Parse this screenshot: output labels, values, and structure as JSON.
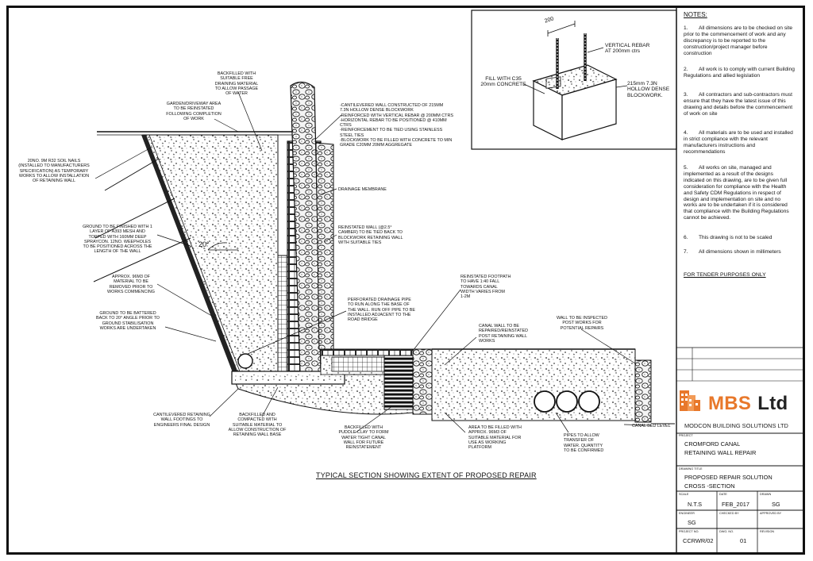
{
  "drawing": {
    "section_title": "TYPICAL SECTION SHOWING EXTENT OF PROPOSED REPAIR",
    "angle_label": "20°",
    "annotations": {
      "backfill_top": "BACKFILLED WITH\nSUITABLE FREE\nDRAINING MATERIAL\nTO ALLOW PASSAGE\nOF WATER",
      "garden_area": "GARDEN/DRIVEWAY AREA\nTO BE REINSTATED\nFOLLOWING COMPLETION\nOF WORK",
      "soil_nails": "20No. 9m R32 SOIL NAILS\n(INSTALLED TO MANUFACTURERS\nSPECIFICATION) AS TEMPORARY\nWORKS TO ALLOW INSTALLATION\nOF RETAINING WALL",
      "ground_finish": "GROUND TO BE FINISHED WITH 1\nLAYER OF A393 MESH AND\nTOPPED WITH 160mm DEEP\nSPRAYCON. 12No. WEEPHOLES\nTO BE POSITIONED ACROSS THE\nLENGTH OF THE WALL",
      "approx_material": "APPROX. 96M3 OF\nMATERIAL TO BE\nREMOVED PRIOR TO\nWORKS COMMENCING",
      "ground_battered": "GROUND TO BE BATTERED\nBACK TO 20° ANGLE PRIOR TO\nGROUND STABILISATION\nWORKS ARE UNDERTAKEN",
      "cantilevered_spec": "-CANTILEVERED WALL CONSTRUCTED OF 215mm\n7.3N HOLLOW DENSE BLOCKWORK\n-REINFORCED WITH VERTICAL REBAR @ 200mm ctrs\n-HORIZONTAL REBAR TO BE POSITIONED @ 410mm\nctrs\n-REINFORCEMENT TO BE TIED USING STAINLESS\nSTEEL TIES\n-BLOCKWORK TO BE FILLED WITH CONCRETE TO MIN\nGRADE C20mm 20mm AGGREGATE",
      "drainage_membrane": "DRAINAGE MEMBRANE",
      "reinstated_wall": "REINSTATED WALL (@2.5°\nCAMBER) TO BE TIED BACK TO\nBLOCKWORK RETAINING WALL\nWITH SUITABLE TIES",
      "reinstated_footpath": "REINSTATED FOOTPATH\nTO HAVE 1:40 FALL\nTOWARDS CANAL\nWIDTH VARIES FROM\n1-2m",
      "perforated_pipe": "PERFORATED DRAINAGE PIPE\nTO RUN ALONG THE BASE OF\nTHE WALL. RUN OFF PIPE TO BE\nINSTALLED ADJACENT TO THE\nROAD BRIDGE",
      "canal_wall": "CANAL WALL TO BE\nREPAIRED/REINSTATED\nPOST RETAINING WALL\nWORKS",
      "wall_inspected": "WALL TO BE INSPECTED\nPOST WORKS FOR\nPOTENTIAL REPAIRS",
      "canal_bed": "CANAL BED LEVEL",
      "cantilevered_footing": "CANTILEVERED RETAINING\nWALL FOOTINGS TO\nENGINEERS FINAL DESIGN",
      "backfilled_compacted": "BACKFILLED AND\nCOMPACTED WITH\nSUITABLE MATERIAL TO\nALLOW CONSTRUCTION OF\nRETAINING WALL BASE",
      "puddle_clay": "BACKFILLED WITH\nPUDDLE CLAY TO FORM\nWATER TIGHT CANAL\nWALL FOR FUTURE\nREINSTATEMENT",
      "area_filled": "AREA TO BE FILLED WITH\nAPPROX. 96m3 OF\nSUITABLE MATERIAL FOR\nUSE AS WORKING\nPLATFORM",
      "pipes_transfer": "PIPES TO ALLOW\nTRANSFER OF\nWATER. QUANTITY\nTO BE CONFIRMED"
    },
    "inset": {
      "dimension": "200",
      "vertical_rebar": "VERTICAL REBAR\nAT 200mm ctrs",
      "fill_c35": "FILL WITH C35\n20mm CONCRETE",
      "hollow_block": "215mm 7.3N\nHOLLOW DENSE\nBLOCKWORK."
    }
  },
  "title_block": {
    "notes_heading": "NOTES:",
    "notes": [
      {
        "num": "1.",
        "text": "All dimensions are to be checked on site prior to the commencement of work and any discrepancy is to be reported to the construction/project manager before construction"
      },
      {
        "num": "2.",
        "text": "All work is to comply with current Building Regulations and allied legislation"
      },
      {
        "num": "3.",
        "text": "All contractors and sub-contractors must ensure that they have the latest issue of this drawing and details before the commencement of work on site"
      },
      {
        "num": "4.",
        "text": "All materials are to be used and installed in strict compliance with the relevant manufacturers instructions and recommendations"
      },
      {
        "num": "5.",
        "text": "All works on site, managed and implemented as a result of the designs indicated on this drawing, are to be given full consideration for compliance with the Health and Safety CDM Regulations in respect of design and implementation on site and no works are to be undertaken if it is considered that compliance with the Building Regulations cannot be achieved."
      },
      {
        "num": "6.",
        "text": "This drawing is not to be scaled"
      },
      {
        "num": "7.",
        "text": "All dimensions shown in millimeters"
      }
    ],
    "tender": "FOR TENDER PURPOSES ONLY",
    "company_name": "MBS",
    "company_suffix": "Ltd",
    "company_full": "MODCON BUILDING SOLUTIONS LTD",
    "brand_color": "#e8782b",
    "project_caption": "PROJECT",
    "project_line1": "CROMFORD CANAL",
    "project_line2": "RETAINING WALL REPAIR",
    "drawing_title_caption": "DRAWING TITLE",
    "drawing_title_line1": "PROPOSED REPAIR SOLUTION",
    "drawing_title_line2": "CROSS -SECTION",
    "scale_caption": "SCALE",
    "date_caption": "DATE",
    "drawn_caption": "DRAWN",
    "scale": "N.T.S",
    "date": "FEB_2017",
    "drawn": "SG",
    "engineer_caption": "ENGINEER",
    "checked_caption": "CHECKED BY",
    "approved_caption": "APPROVED BY",
    "engineer": "SG",
    "project_no_caption": "PROJECT NO.",
    "dwg_no_caption": "DWG. NO.",
    "revision_caption": "REVISION",
    "project_no": "CCRWR/02",
    "dwg_no": "01"
  }
}
